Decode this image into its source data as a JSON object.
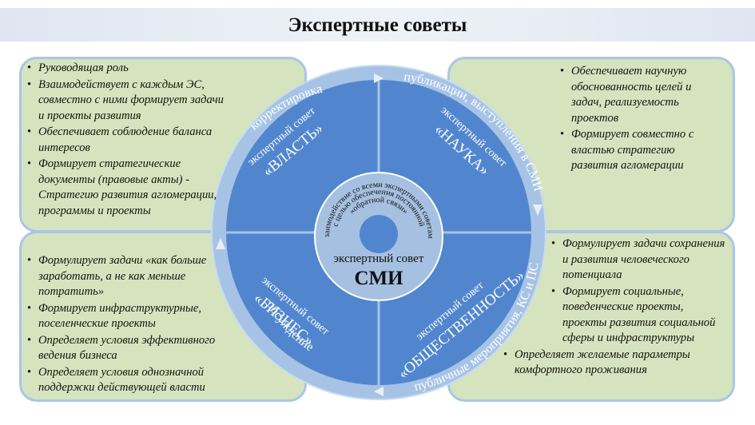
{
  "title": "Экспертные советы",
  "councils": {
    "power": {
      "line1": "экспертный совет",
      "line2": "«ВЛАСТЬ»"
    },
    "science": {
      "line1": "экспертный совет",
      "line2": "«НАУКА»"
    },
    "business": {
      "line1": "экспертный совет",
      "line2": "«БИЗНЕС»"
    },
    "public": {
      "line1": "экспертный совет",
      "line2": "«ОБЩЕСТВЕННОСТЬ»"
    },
    "media": {
      "line1": "экспертный совет",
      "line2": "СМИ"
    }
  },
  "center_text": {
    "line1": "Взаимодействие со всеми экспертными советами",
    "line2": "с целью обеспечения постоянной",
    "line3": "«обратной связи»"
  },
  "ring_labels": {
    "top_left": "корректировка",
    "top_right": "публикации, выступления в СМИ",
    "bottom_left": "обсуждение",
    "bottom_right": "публичные мероприятия, КС и ПС"
  },
  "panels": {
    "top_left": [
      "Руководящая роль",
      "Взаимодействует с каждым  ЭС, совместно с ними формирует задачи и проекты развития",
      "Обеспечивает соблюдение баланса интересов",
      "Формирует стратегические документы (правовые акты) - Стратегию развития агломерации, программы и проекты"
    ],
    "top_right": [
      "Обеспечивает научную обоснованность целей и задач,  реализуемость проектов",
      "Формирует совместно с властью стратегию развития агломерации"
    ],
    "bottom_left": [
      "Формулирует задачи «как больше заработать, а не как меньше потратить»",
      "Формирует инфраструктурные, поселенческие  проекты",
      "Определяет условия эффективного ведения бизнеса",
      "Определяет условия однозначной поддержки действующей власти"
    ],
    "bottom_right": [
      "Формулирует задачи сохранения и развития человеческого потенциала",
      "Формирует социальные, поведенческие проекты, проекты развития социальной сферы и инфраструктуры",
      "Определяет желаемые параметры комфортного проживания"
    ]
  },
  "colors": {
    "panel_fill": "#d5e4be",
    "panel_border": "#a9c6e8",
    "ring": "#a6c3e6",
    "quadrant": "#5186cf",
    "center": "#a6c0e1"
  }
}
